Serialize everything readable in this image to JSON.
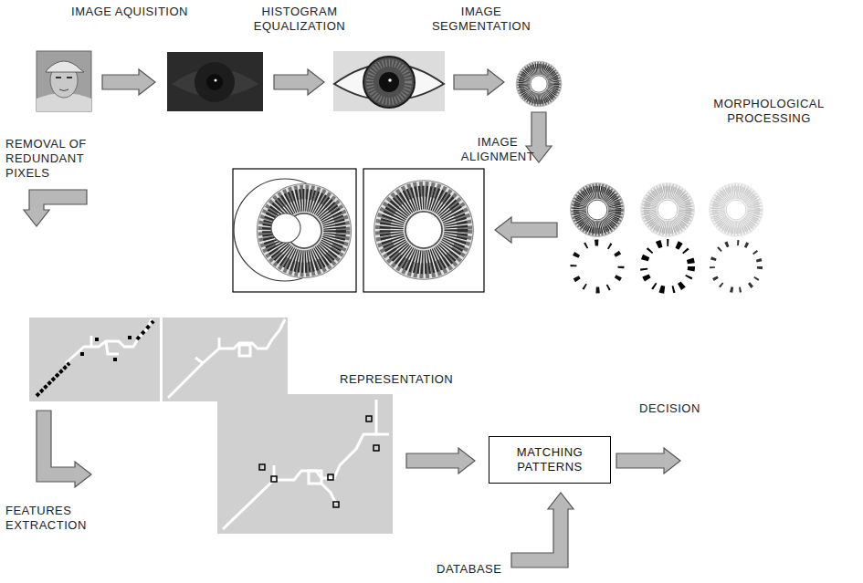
{
  "diagram": {
    "nodes": [
      {
        "text": [
          "MATCHING PATTERNS"
        ]
      }
    ],
    "labels": [
      "IMAGE AQUISITION",
      "HISTOGRAM EQUALIZATION",
      "IMAGE SEGMENTATION",
      "MORPHOLOGICAL PROCESSING",
      "IMAGE ALIGNMENT",
      "REMOVAL OF REDUNDANT PIXELS",
      "REPRESENTATION",
      "DECISION",
      "FEATURES EXTRACTION",
      "DATABASE"
    ]
  }
}
